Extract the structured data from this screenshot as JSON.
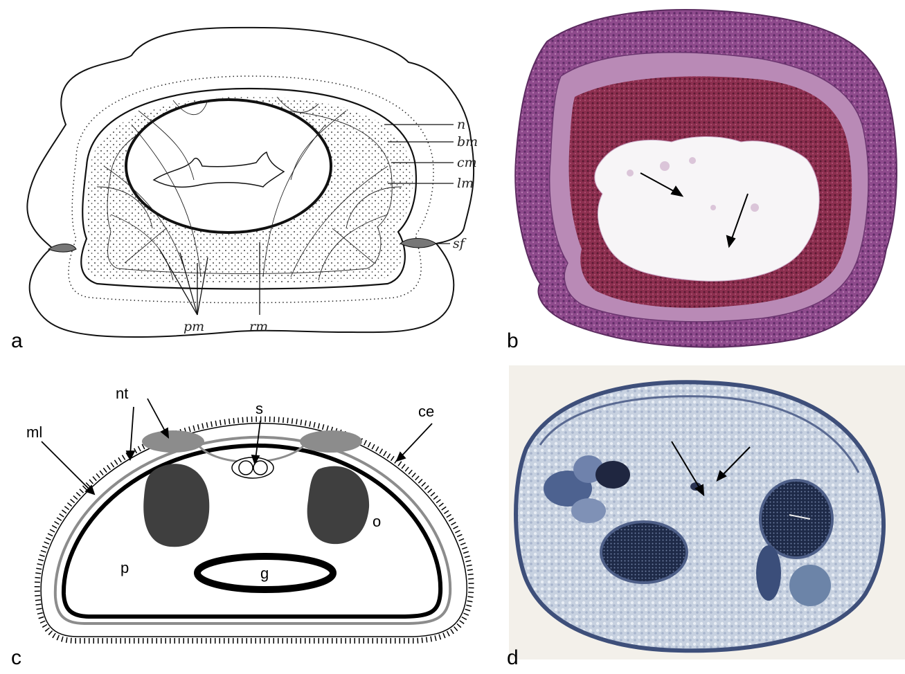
{
  "panels": {
    "a": {
      "letter": "a",
      "labels": {
        "n": "n",
        "bm": "bm",
        "cm": "cm",
        "lm": "lm",
        "sf": "sf",
        "pm": "pm",
        "rm": "rm"
      }
    },
    "b": {
      "letter": "b"
    },
    "c": {
      "letter": "c",
      "labels": {
        "nt": "nt",
        "s": "s",
        "ce": "ce",
        "ml": "ml",
        "o": "o",
        "p": "p",
        "g": "g"
      }
    },
    "d": {
      "letter": "d"
    }
  },
  "colors": {
    "ink": "#000000",
    "grey_muscle": "#8c8c8c",
    "ovary": "#3f3f3f",
    "he_stain": "#7a3f7a",
    "he_interior": "#8a2f4a",
    "toluidine": "#3e4f7a"
  }
}
